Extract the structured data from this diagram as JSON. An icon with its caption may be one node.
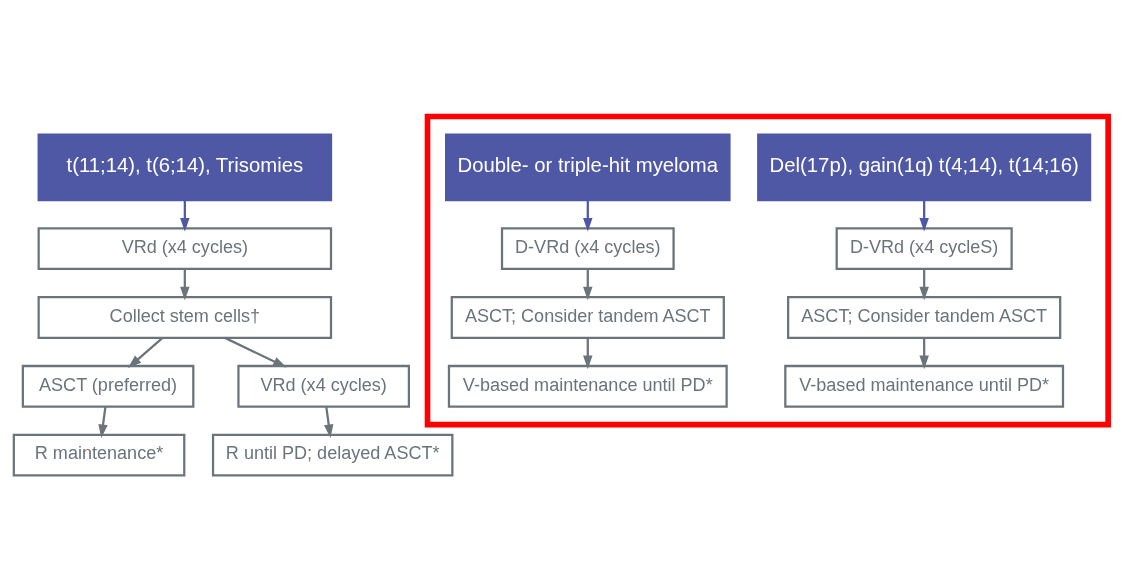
{
  "diagram": {
    "nodes": [
      {
        "text": [
          "t(11;14), t(6;14), Trisomies"
        ]
      },
      {
        "text": [
          "VRd (x4 cycles)"
        ]
      },
      {
        "text": [
          "Collect stem cells†"
        ]
      },
      {
        "text": [
          "ASCT (preferred)"
        ]
      },
      {
        "text": [
          "VRd (x4 cycles)"
        ]
      },
      {
        "text": [
          "R maintenance*"
        ]
      },
      {
        "text": [
          "R until PD; delayed ASCT*"
        ]
      },
      {
        "text": [],
        "shape": "box"
      },
      {
        "text": [
          "Del(17p), gain(1q) t(4;14), t(14;16)"
        ],
        "in": 7
      },
      {
        "text": [
          "D-VRd (x4 cycleS)"
        ],
        "in": 7
      },
      {
        "text": [
          "ASCT; Consider tandem ASCT"
        ],
        "in": 7
      },
      {
        "text": [
          "V-based maintenance until PD*"
        ],
        "in": 7
      },
      {
        "text": [
          "Double- or triple-hit myeloma"
        ],
        "in": 7
      },
      {
        "text": [
          "D-VRd (x4 cycles)"
        ],
        "in": 7
      },
      {
        "text": [
          "ASCT; Consider tandem ASCT"
        ],
        "in": 7
      },
      {
        "text": [
          "V-based maintenance until PD*"
        ],
        "in": 7
      }
    ],
    "edges": [
      {
        "from": 0,
        "to": 1,
        "arrow": "to",
        "color": "#4f58a5"
      },
      {
        "from": 1,
        "to": 2,
        "arrow": "to"
      },
      {
        "from": 2,
        "to": 3,
        "arrow": "to"
      },
      {
        "from": 2,
        "to": 4,
        "arrow": "to"
      },
      {
        "from": 3,
        "to": 5,
        "arrow": "to"
      },
      {
        "from": 4,
        "to": 6,
        "arrow": "to"
      },
      {
        "from": 8,
        "to": 9,
        "arrow": "to",
        "color": "#4f58a5"
      },
      {
        "from": 9,
        "to": 10,
        "arrow": "to"
      },
      {
        "from": 10,
        "to": 11,
        "arrow": "to"
      },
      {
        "from": 12,
        "to": 13,
        "arrow": "to",
        "color": "#4f58a5"
      },
      {
        "from": 13,
        "to": 14,
        "arrow": "to"
      },
      {
        "from": 14,
        "to": 15,
        "arrow": "to"
      }
    ]
  }
}
